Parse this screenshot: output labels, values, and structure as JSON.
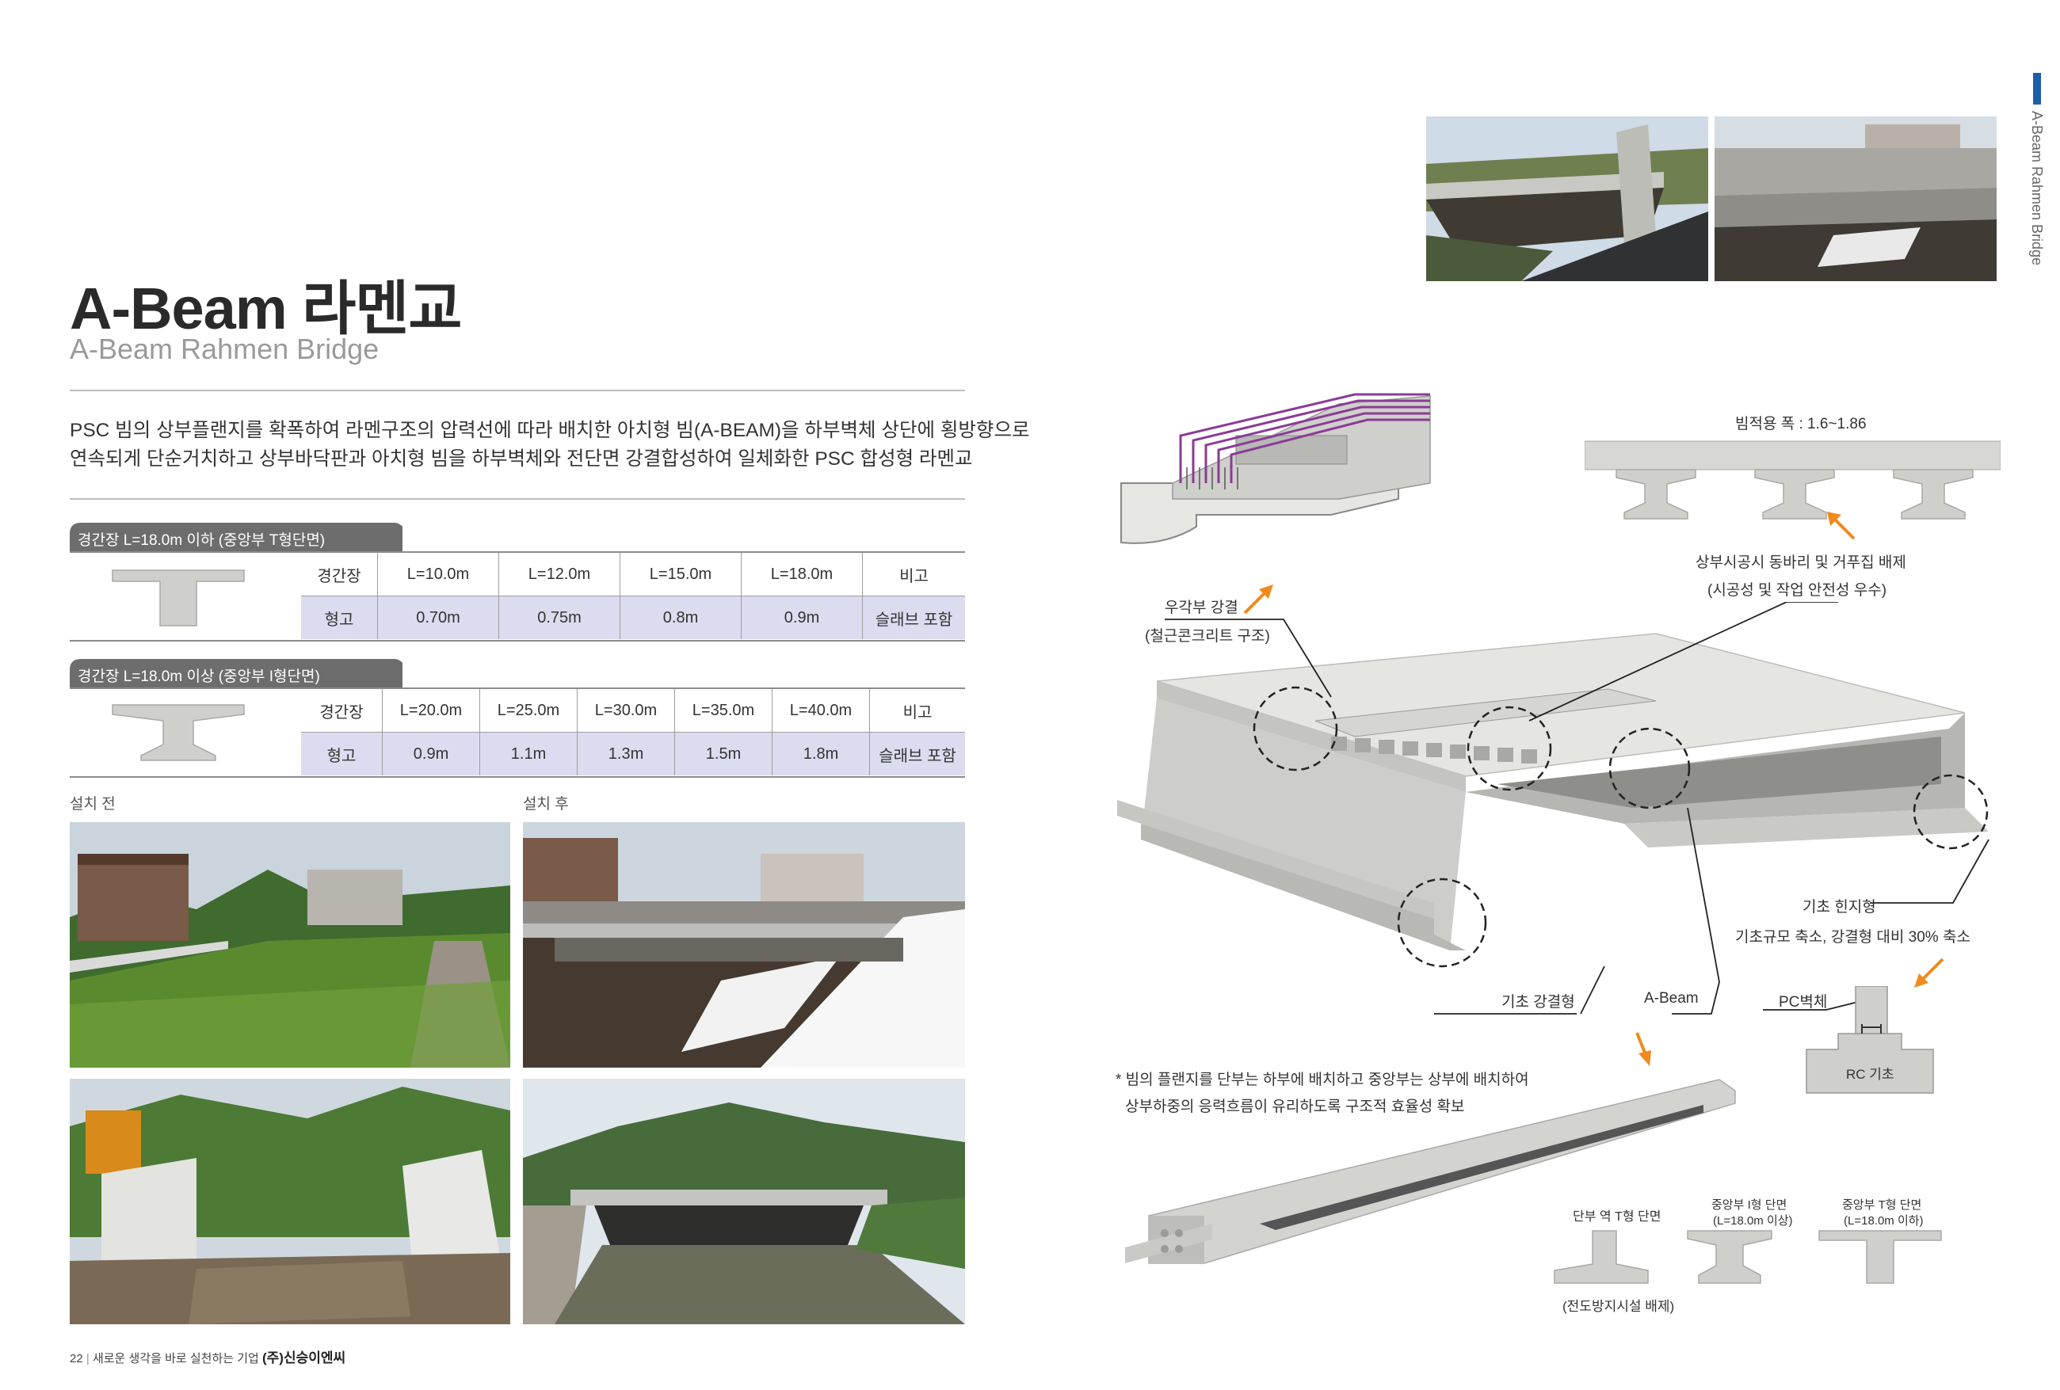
{
  "header": {
    "title": "A-Beam 라멘교",
    "subtitle": "A-Beam Rahmen Bridge"
  },
  "side_label": "A-Beam Rahmen Bridge",
  "description": [
    "PSC 빔의 상부플랜지를 확폭하여 라멘구조의 압력선에 따라 배치한 아치형 빔(A-BEAM)을 하부벽체 상단에 횡방향으로",
    "연속되게 단순거치하고 상부바닥판과 아치형 빔을 하부벽체와 전단면 강결합성하여 일체화한 PSC 합성형 라멘교"
  ],
  "tables": [
    {
      "tab": "경간장 L=18.0m 이하 (중앙부 T형단면)",
      "row_header": [
        "경간장",
        "형고"
      ],
      "spans": [
        "L=10.0m",
        "L=12.0m",
        "L=15.0m",
        "L=18.0m"
      ],
      "heights": [
        "0.70m",
        "0.75m",
        "0.8m",
        "0.9m"
      ],
      "note_header": "비고",
      "note": "슬래브 포함"
    },
    {
      "tab": "경간장 L=18.0m 이상 (중앙부 I형단면)",
      "row_header": [
        "경간장",
        "형고"
      ],
      "spans": [
        "L=20.0m",
        "L=25.0m",
        "L=30.0m",
        "L=35.0m",
        "L=40.0m"
      ],
      "heights": [
        "0.9m",
        "1.1m",
        "1.3m",
        "1.5m",
        "1.8m"
      ],
      "note_header": "비고",
      "note": "슬래브 포함"
    }
  ],
  "photos": {
    "before_label": "설치 전",
    "after_label": "설치 후"
  },
  "diagram": {
    "beam_spacing": "빔적용 폭 : 1.6~1.86",
    "upper_work": "상부시공시 동바리 및 거푸집 배제",
    "upper_work_sub": "(시공성 및 작업 안전성 우수)",
    "corner_rebar": "우각부 강결",
    "corner_rebar_sub": "(철근콘크리트 구조)",
    "hinge_type": "기초 힌지형",
    "hinge_desc": "기초규모 축소, 강결형 대비 30% 축소",
    "fixed_type": "기초 강결형",
    "abeam": "A-Beam",
    "pc_wall": "PC벽체",
    "rc_footing": "RC 기초",
    "note_line1": "* 빔의 플랜지를 단부는 하부에 배치하고 중앙부는 상부에 배치하여",
    "note_line2": "상부하중의 응력흐름이 유리하도록 구조적 효율성 확보",
    "sec_end": "단부 역 T형 단면",
    "sec_i_1": "중앙부 I형 단면",
    "sec_i_2": "(L=18.0m 이상)",
    "sec_t_1": "중앙부 T형 단면",
    "sec_t_2": "(L=18.0m 이하)",
    "sec_end_note": "(전도방지시설 배제)"
  },
  "footer": {
    "page": "22",
    "slogan": "새로운 생각을 바로 실천하는 기업",
    "company": "(주)신승이엔씨"
  },
  "colors": {
    "tab_bg": "#6d6d6d",
    "row_highlight": "#dcdcf0",
    "accent_arrow": "#f08a1c",
    "side_tab": "#1b5faa",
    "rebar": "#8a3c96",
    "concrete": "#cfcfcb"
  }
}
